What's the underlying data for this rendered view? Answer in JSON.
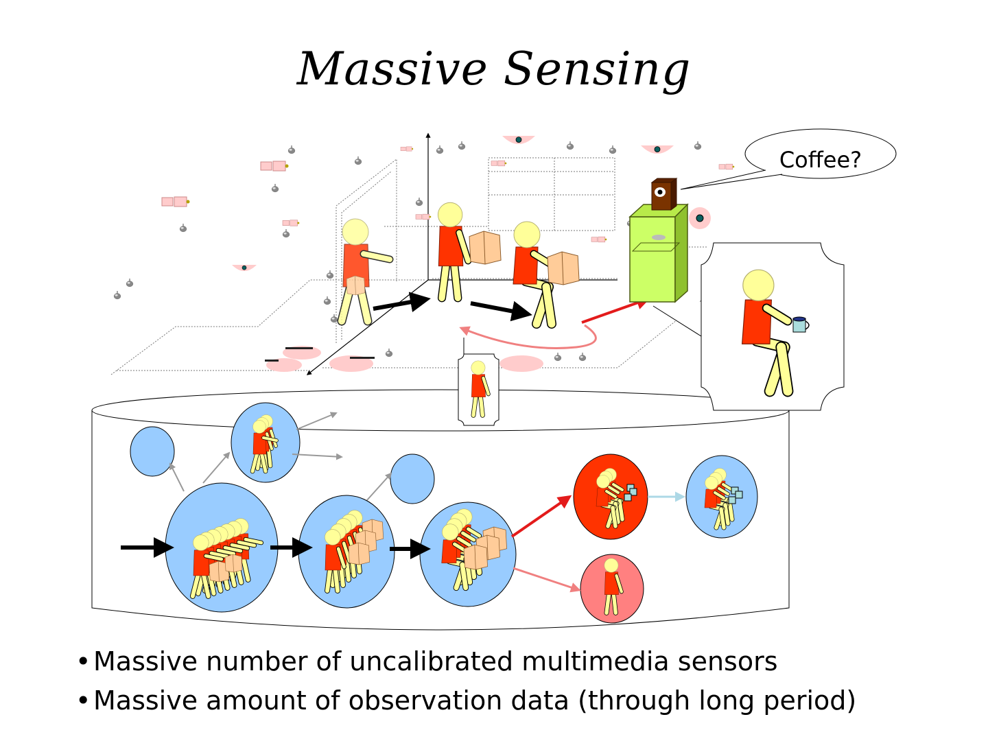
{
  "slide": {
    "title": "Massive Sensing",
    "speech_bubble": "Coffee?",
    "bullets": [
      "Massive number of uncalibrated multimedia sensors",
      "Massive amount of observation data (through long period)"
    ]
  },
  "colors": {
    "person_body": "#ff3300",
    "person_skin": "#ffff99",
    "paper": "#ffcc99",
    "cluster_blue": "#99ccff",
    "cluster_red": "#ff3300",
    "cluster_pink": "#ff8080",
    "coffee_machine": "#ccff66",
    "sensor_pink": "#ffcccc",
    "flow_arrow": "#000000",
    "highlight_arrow": "#e31b1b",
    "return_arrow": "#f08080",
    "branch_arrow": "#999999"
  },
  "icons": {
    "camera": "camera-icon",
    "microphone": "microphone-icon",
    "person": "person-icon",
    "coffee_machine": "coffee-machine-icon",
    "coffee_mug": "coffee-mug-icon",
    "database": "database-cylinder"
  }
}
